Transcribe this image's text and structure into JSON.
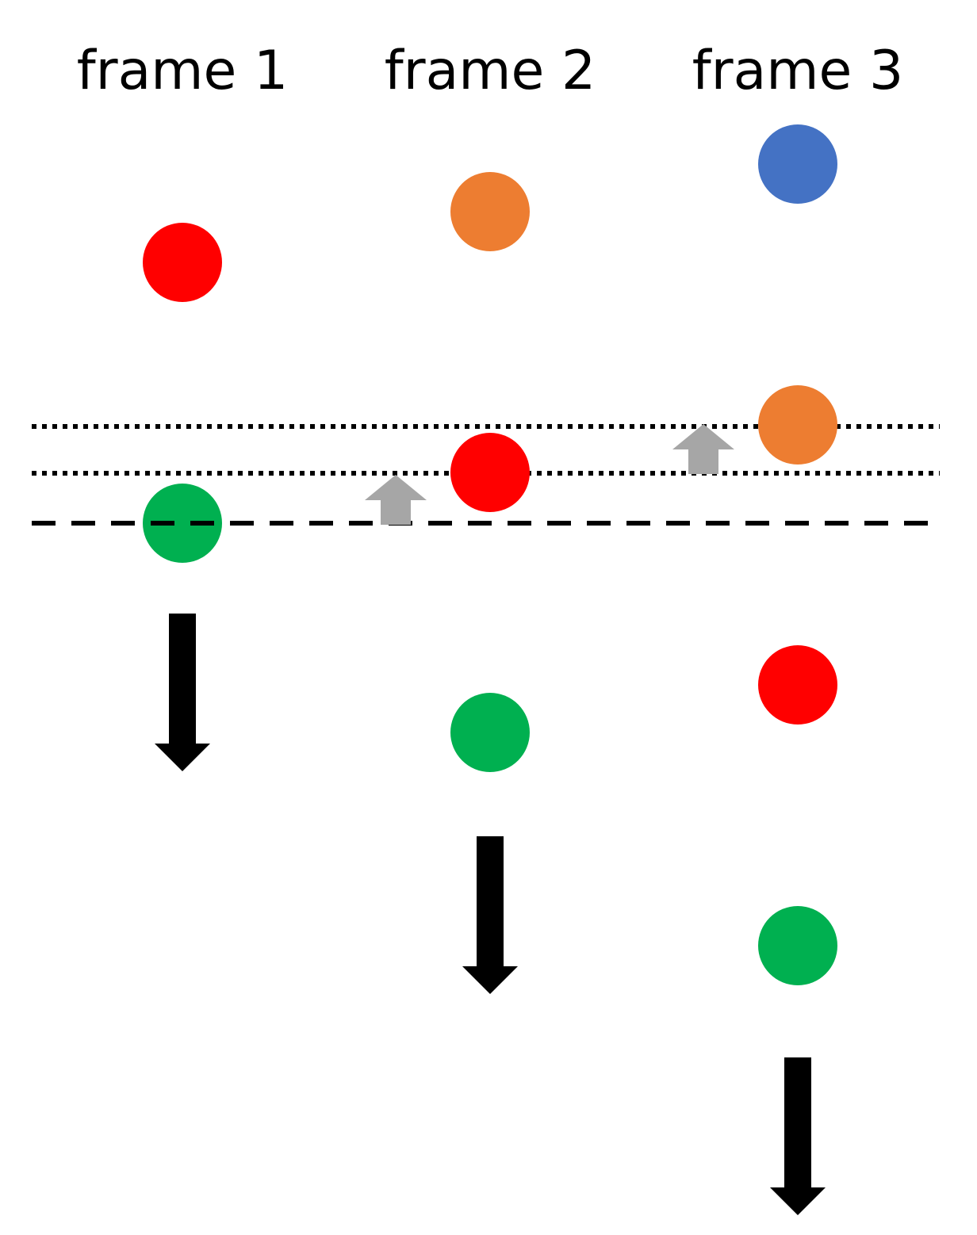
{
  "frames": [
    {
      "label": "frame 1"
    },
    {
      "label": "frame 2"
    },
    {
      "label": "frame 3"
    }
  ],
  "colors": {
    "red": "#FF0000",
    "orange": "#ED7D31",
    "blue": "#4472C4",
    "green": "#00B050",
    "motion_arrow": "#000000",
    "shift_arrow": "#A6A6A6",
    "lines": "#000000"
  },
  "reference_lines": [
    "dotted",
    "dotted",
    "dashed"
  ],
  "icons": {
    "ball": "circle",
    "motion_arrow": "down-arrow-icon",
    "shift_arrow": "up-arrow-icon"
  }
}
